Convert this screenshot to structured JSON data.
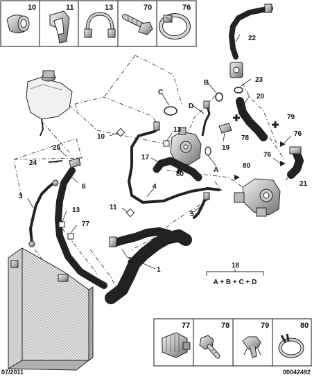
{
  "top_parts": [
    {
      "number": "10",
      "icon": "hose-clip-icon"
    },
    {
      "number": "11",
      "icon": "bracket-clip-icon"
    },
    {
      "number": "13",
      "icon": "spring-clip-icon"
    },
    {
      "number": "70",
      "icon": "bolt-icon"
    },
    {
      "number": "76",
      "icon": "hose-clamp-icon"
    }
  ],
  "bottom_parts": [
    {
      "number": "77",
      "icon": "grommet-clip-icon"
    },
    {
      "number": "78",
      "icon": "flange-bolt-icon"
    },
    {
      "number": "79",
      "icon": "push-rivet-icon"
    },
    {
      "number": "80",
      "icon": "spring-band-clamp-icon"
    }
  ],
  "callouts": {
    "n1": "1",
    "n2": "2",
    "n3": "3",
    "n4": "4",
    "n5": "5",
    "n6": "6",
    "n10": "10",
    "n11": "11",
    "n13a": "13",
    "n13b": "13",
    "n17": "17",
    "n18": "18",
    "n19": "19",
    "n20": "20",
    "n21": "21",
    "n22": "22",
    "n23": "23",
    "n24": "24",
    "n25": "25",
    "n76a": "76",
    "n76b": "76",
    "n77": "77",
    "n78": "78",
    "n79": "79",
    "n80a": "80",
    "n80b": "80",
    "A": "A",
    "B": "B",
    "C": "C",
    "D": "D"
  },
  "kit": {
    "number": "18",
    "formula": "A + B + C + D"
  },
  "footer": {
    "date": "07/2011",
    "reference": "00042492"
  },
  "colors": {
    "line": "#222222",
    "part_fill": "#d9d9d9",
    "part_dark": "#7a7a7a",
    "background": "#ffffff"
  }
}
